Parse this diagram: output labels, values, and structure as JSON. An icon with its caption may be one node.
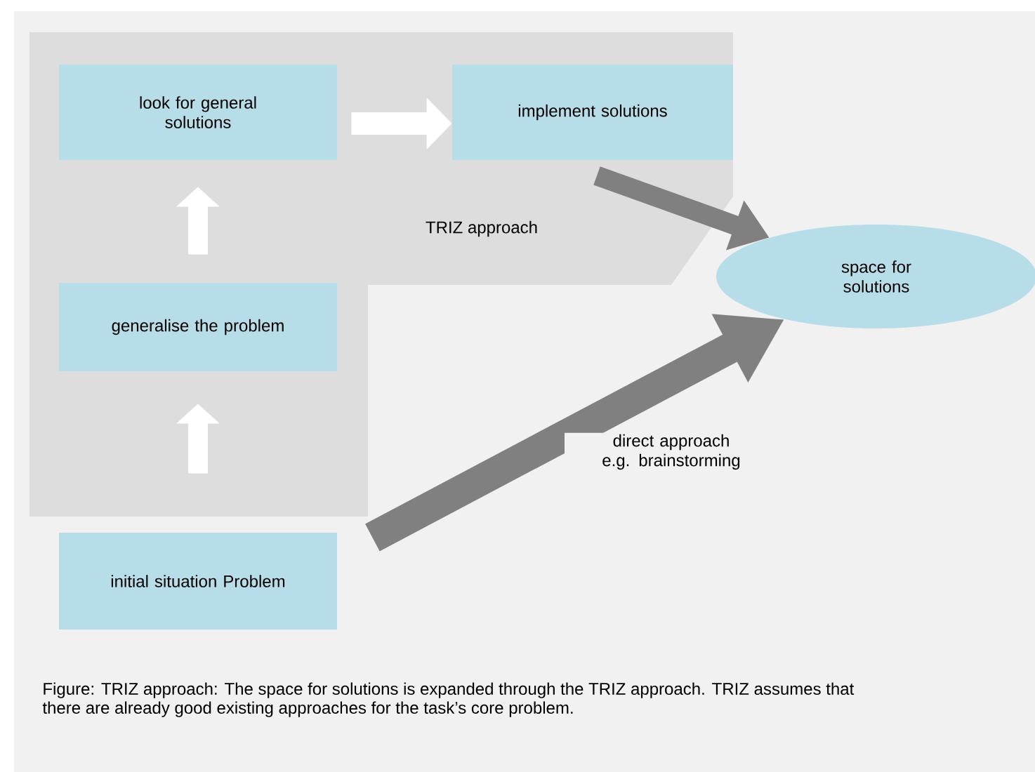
{
  "diagram": {
    "nodes": [
      {
        "text": [
          "TRIZ approach"
        ]
      },
      {
        "text": [
          "look for general solutions"
        ],
        "in": 0
      },
      {
        "text": [
          "implement solutions"
        ],
        "in": 0
      },
      {
        "text": [
          "generalise the problem"
        ],
        "in": 0
      },
      {
        "text": [
          "initial situation Problem"
        ]
      },
      {
        "text": [
          "space for solutions"
        ]
      }
    ],
    "edges": [
      {
        "from": 4,
        "to": 3,
        "arrow": "to"
      },
      {
        "from": 3,
        "to": 1,
        "arrow": "to"
      },
      {
        "from": 1,
        "to": 2,
        "arrow": "to"
      },
      {
        "from": 2,
        "to": 5,
        "arrow": "to",
        "color": "#808080"
      },
      {
        "from": 4,
        "to": 5,
        "arrow": "to",
        "color": "#808080",
        "label": "direct approach e.g. brainstorming"
      }
    ],
    "caption": "Figure: TRIZ approach: The space for solutions is expanded through the TRIZ approach. TRIZ assumes that there are already good existing approaches for the task’s core problem."
  }
}
